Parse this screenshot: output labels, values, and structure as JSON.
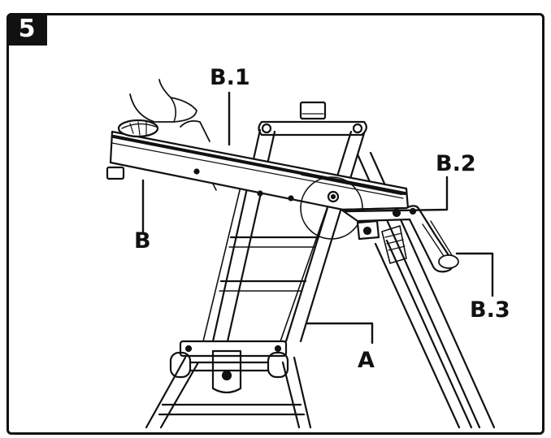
{
  "step_number": "5",
  "callouts": {
    "b1": "B.1",
    "b2": "B.2",
    "b": "B",
    "b3": "B.3",
    "a": "A"
  },
  "colors": {
    "ink": "#111111",
    "background": "#ffffff"
  }
}
